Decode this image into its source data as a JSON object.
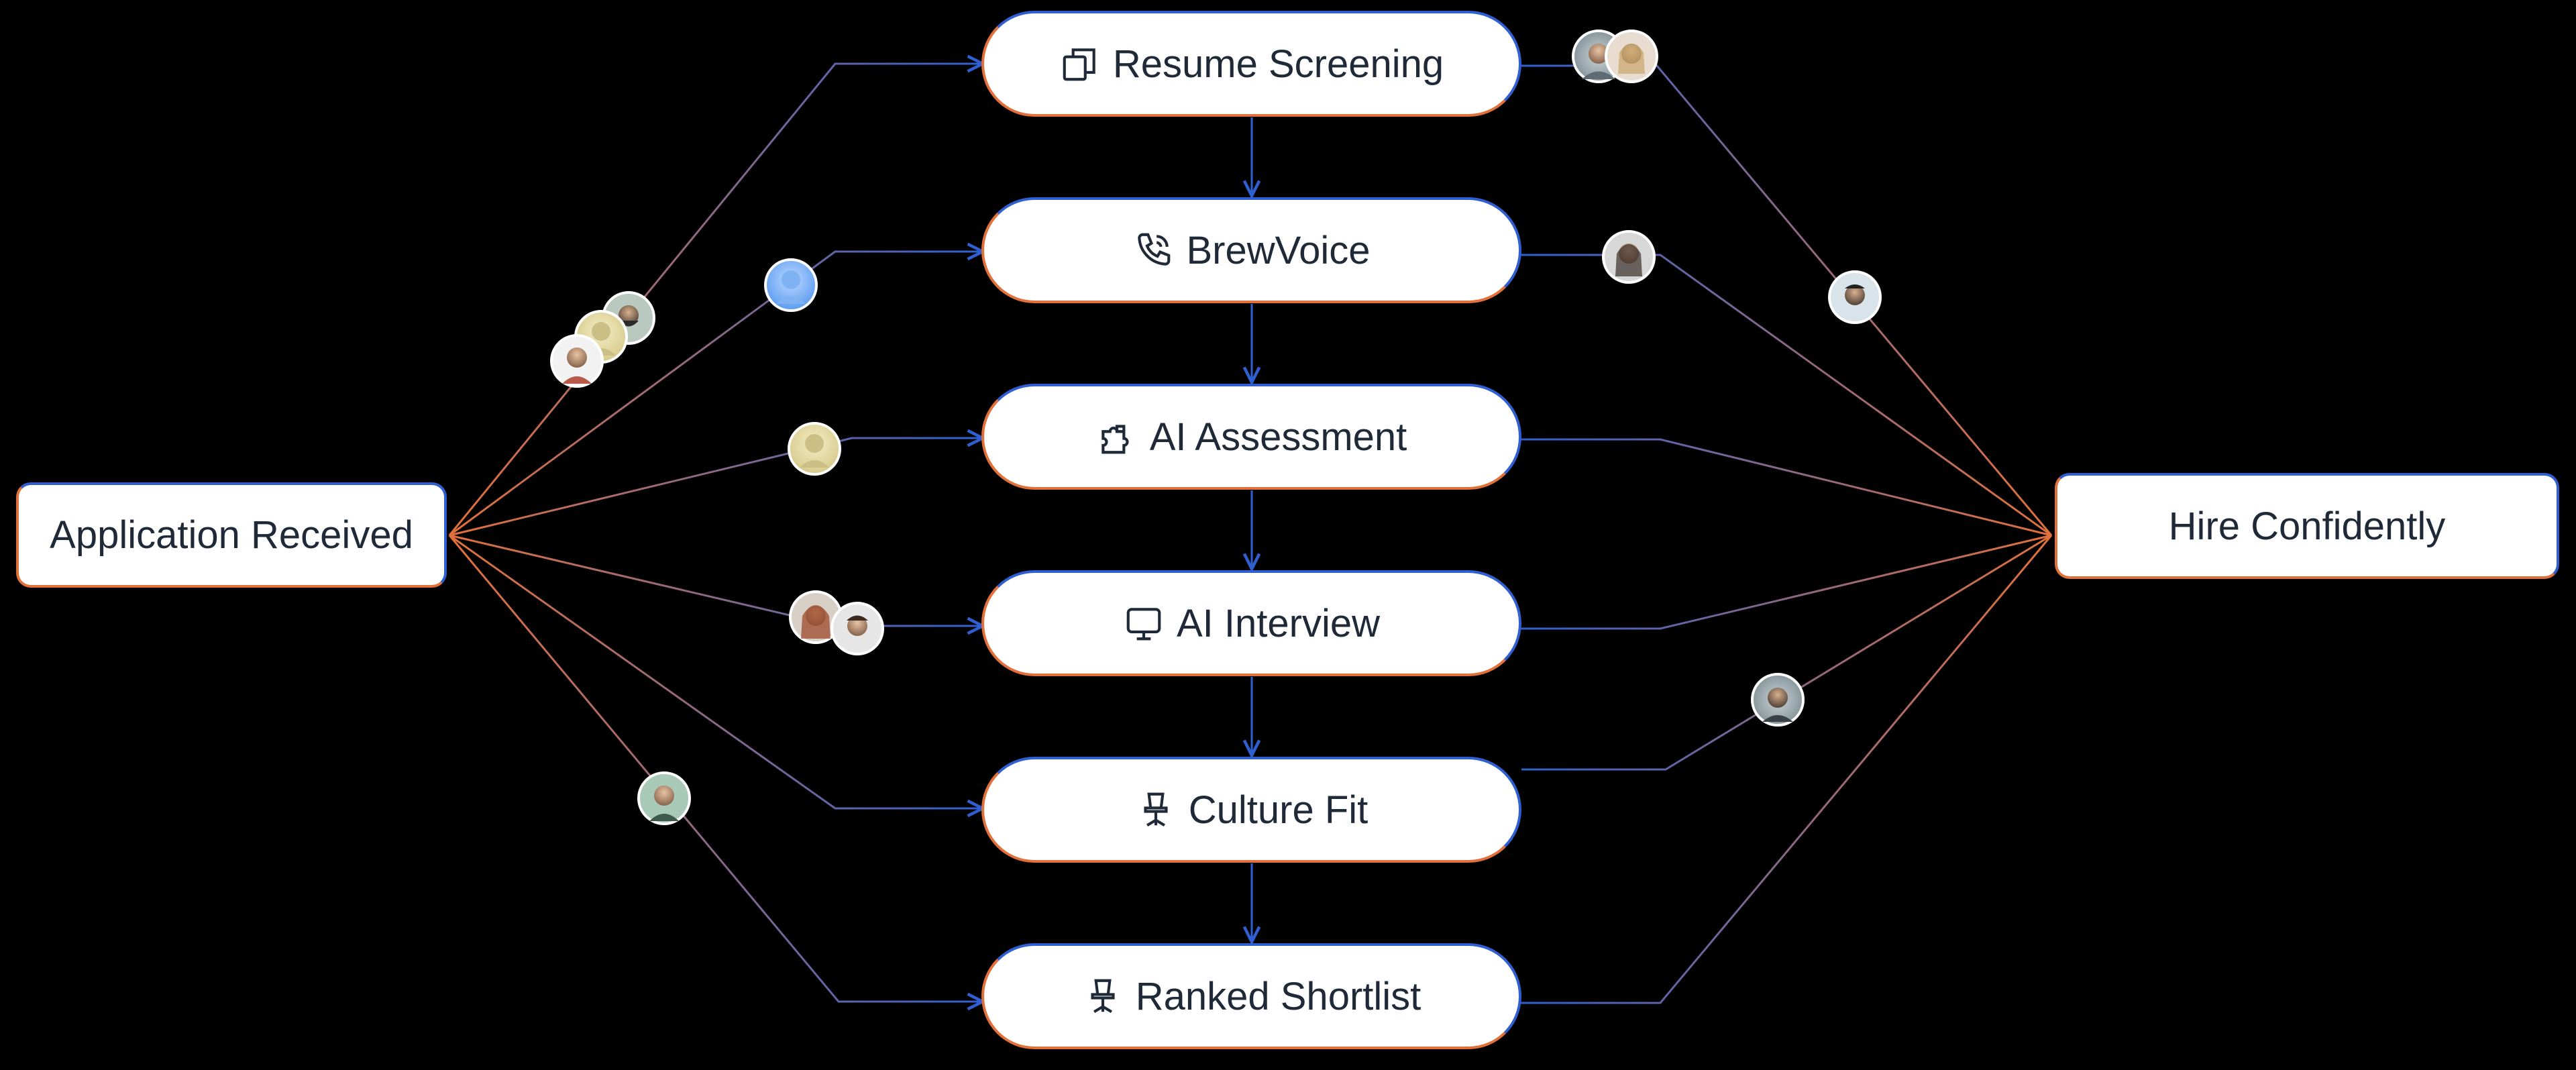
{
  "colors": {
    "background": "#000000",
    "blue": "#2f5fd0",
    "orange": "#e2703a",
    "box_text": "#1f2937"
  },
  "source_node": {
    "label": "Application Received"
  },
  "target_node": {
    "label": "Hire Confidently"
  },
  "steps": [
    {
      "label": "Resume Screening",
      "icon": "copy-icon"
    },
    {
      "label": "BrewVoice",
      "icon": "phone-icon"
    },
    {
      "label": "AI Assessment",
      "icon": "puzzle-icon"
    },
    {
      "label": "AI Interview",
      "icon": "monitor-icon"
    },
    {
      "label": "Culture Fit",
      "icon": "chair-icon"
    },
    {
      "label": "Ranked Shortlist",
      "icon": "chair-icon"
    }
  ]
}
